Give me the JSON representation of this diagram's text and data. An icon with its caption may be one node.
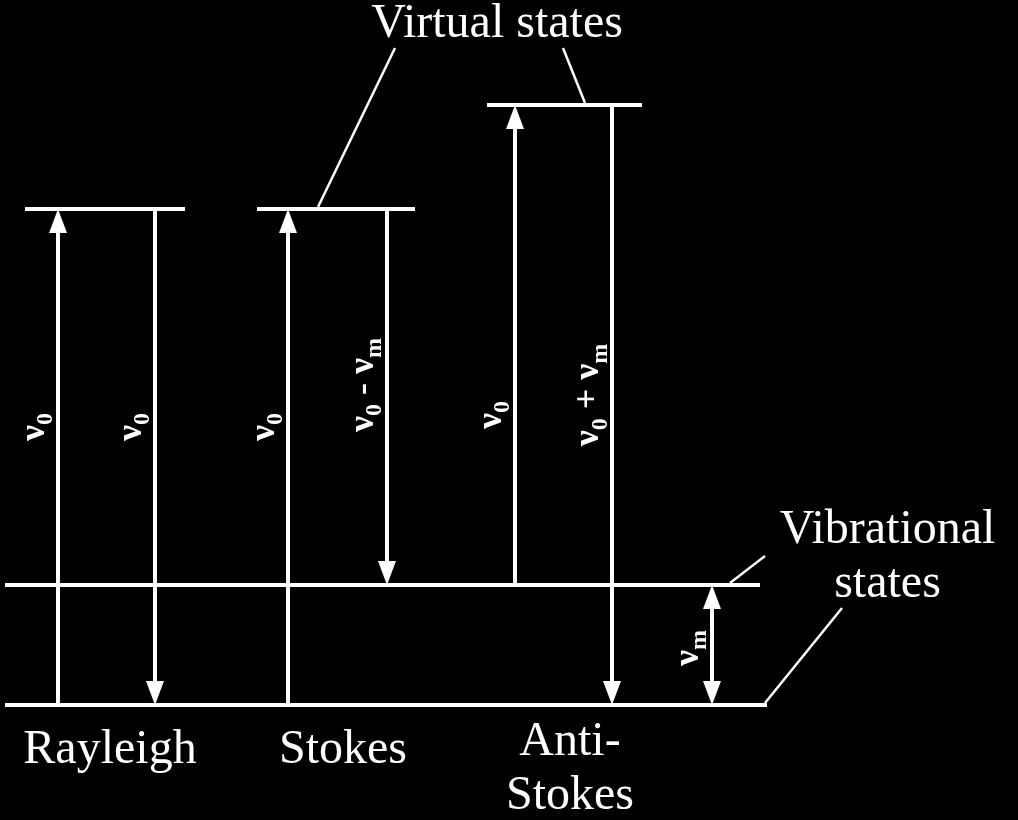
{
  "diagram": {
    "nodes": [
      {
        "text": [
          "Virtual states"
        ]
      },
      {
        "text": [],
        "shape": "line"
      },
      {
        "text": [],
        "shape": "line"
      },
      {
        "text": [],
        "shape": "line"
      },
      {
        "text": [
          "Vibrational states"
        ]
      },
      {
        "text": [],
        "shape": "line"
      },
      {
        "text": [],
        "shape": "line"
      }
    ],
    "edges": [
      {
        "from": 0,
        "to": 2,
        "arrow": "none"
      },
      {
        "from": 0,
        "to": 3,
        "arrow": "none"
      },
      {
        "from": 4,
        "to": 5,
        "arrow": "none"
      },
      {
        "from": 4,
        "to": 6,
        "arrow": "none"
      },
      {
        "from": 6,
        "to": 1,
        "arrow": "to",
        "label": "ν$_{0}$"
      },
      {
        "from": 1,
        "to": 6,
        "arrow": "to",
        "label": "ν$_{0}$"
      },
      {
        "from": 6,
        "to": 2,
        "arrow": "to",
        "label": "ν$_{0}$"
      },
      {
        "from": 2,
        "to": 5,
        "arrow": "to",
        "label": "ν$_{0}$ - ν$_{m}$"
      },
      {
        "from": 5,
        "to": 3,
        "arrow": "to",
        "label": "ν$_{0}$"
      },
      {
        "from": 3,
        "to": 6,
        "arrow": "to",
        "label": "ν$_{0}$ + ν$_{m}$"
      },
      {
        "from": 5,
        "to": 6,
        "arrow": "both",
        "label": "ν$_{m}$"
      }
    ],
    "labels": [
      "Rayleigh",
      "Stokes",
      "Anti- Stokes"
    ]
  }
}
